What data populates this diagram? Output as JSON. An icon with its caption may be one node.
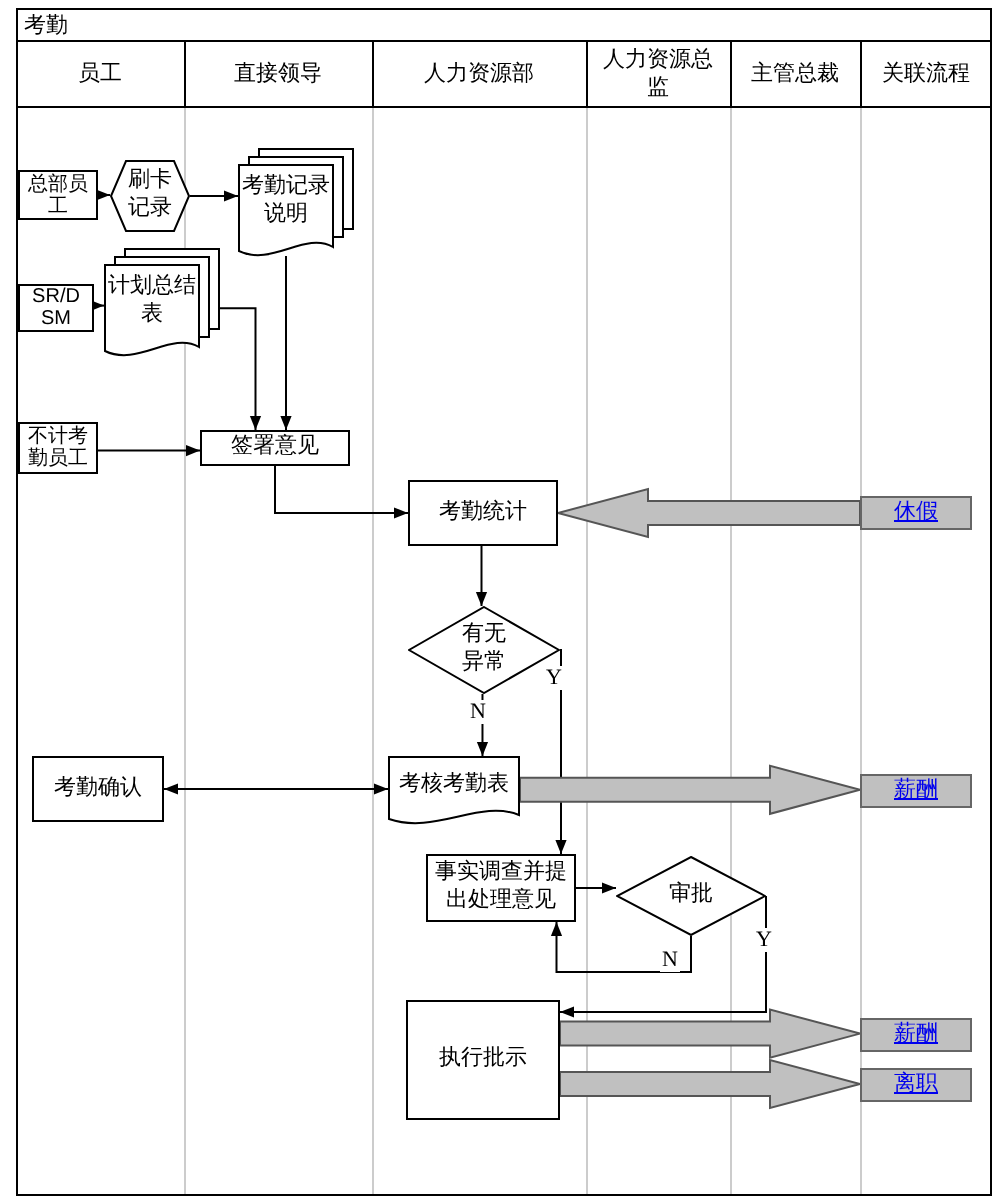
{
  "diagram": {
    "title": "考勤",
    "nodes": [
      {
        "text": [
          "总部员工"
        ]
      },
      {
        "text": [
          "刷卡记录"
        ]
      },
      {
        "text": [
          "考勤记录说明"
        ]
      },
      {
        "text": [
          "SR/DSM"
        ]
      },
      {
        "text": [
          "计划总结表"
        ]
      },
      {
        "text": [
          "不计考勤员工"
        ]
      },
      {
        "text": [
          "签署意见"
        ]
      },
      {
        "text": [
          "考勤统计"
        ]
      },
      {
        "text": [
          "休假"
        ]
      },
      {
        "text": [
          "有无异常"
        ]
      },
      {
        "text": [
          "考勤确认"
        ]
      },
      {
        "text": [
          "考核考勤表"
        ]
      },
      {
        "text": [
          "薪酬"
        ]
      },
      {
        "text": [
          "事实调查并提出处理意见"
        ]
      },
      {
        "text": [
          "审批"
        ]
      },
      {
        "text": [
          "执行批示"
        ]
      },
      {
        "text": [
          "薪酬"
        ]
      },
      {
        "text": [
          "离职"
        ]
      }
    ],
    "edges": [
      {
        "from": 0,
        "to": 1,
        "arrow": "to"
      },
      {
        "from": 1,
        "to": 2,
        "arrow": "to"
      },
      {
        "from": 3,
        "to": 4,
        "arrow": "to"
      },
      {
        "from": 4,
        "to": 6,
        "arrow": "to"
      },
      {
        "from": 2,
        "to": 6,
        "arrow": "to"
      },
      {
        "from": 5,
        "to": 6,
        "arrow": "to"
      },
      {
        "from": 6,
        "to": 7,
        "arrow": "to"
      },
      {
        "from": 8,
        "to": 7,
        "arrow": "to",
        "style": "thick",
        "color": "#c0c0c0"
      },
      {
        "from": 7,
        "to": 9,
        "arrow": "to"
      },
      {
        "from": 9,
        "to": 11,
        "arrow": "to",
        "label": "N"
      },
      {
        "from": 9,
        "to": 13,
        "arrow": "to",
        "label": "Y"
      },
      {
        "from": 10,
        "to": 11,
        "arrow": "both"
      },
      {
        "from": 11,
        "to": 12,
        "arrow": "to",
        "style": "thick",
        "color": "#c0c0c0"
      },
      {
        "from": 13,
        "to": 14,
        "arrow": "to"
      },
      {
        "from": 14,
        "to": 13,
        "arrow": "to",
        "label": "N"
      },
      {
        "from": 14,
        "to": 15,
        "arrow": "to",
        "label": "Y"
      },
      {
        "from": 15,
        "to": 16,
        "arrow": "to",
        "style": "thick",
        "color": "#c0c0c0"
      },
      {
        "from": 15,
        "to": 17,
        "arrow": "to",
        "style": "thick",
        "color": "#c0c0c0"
      }
    ],
    "labels": [
      "员工",
      "直接领导",
      "人力资源部",
      "人力资源总监",
      "主管总裁",
      "关联流程"
    ]
  }
}
